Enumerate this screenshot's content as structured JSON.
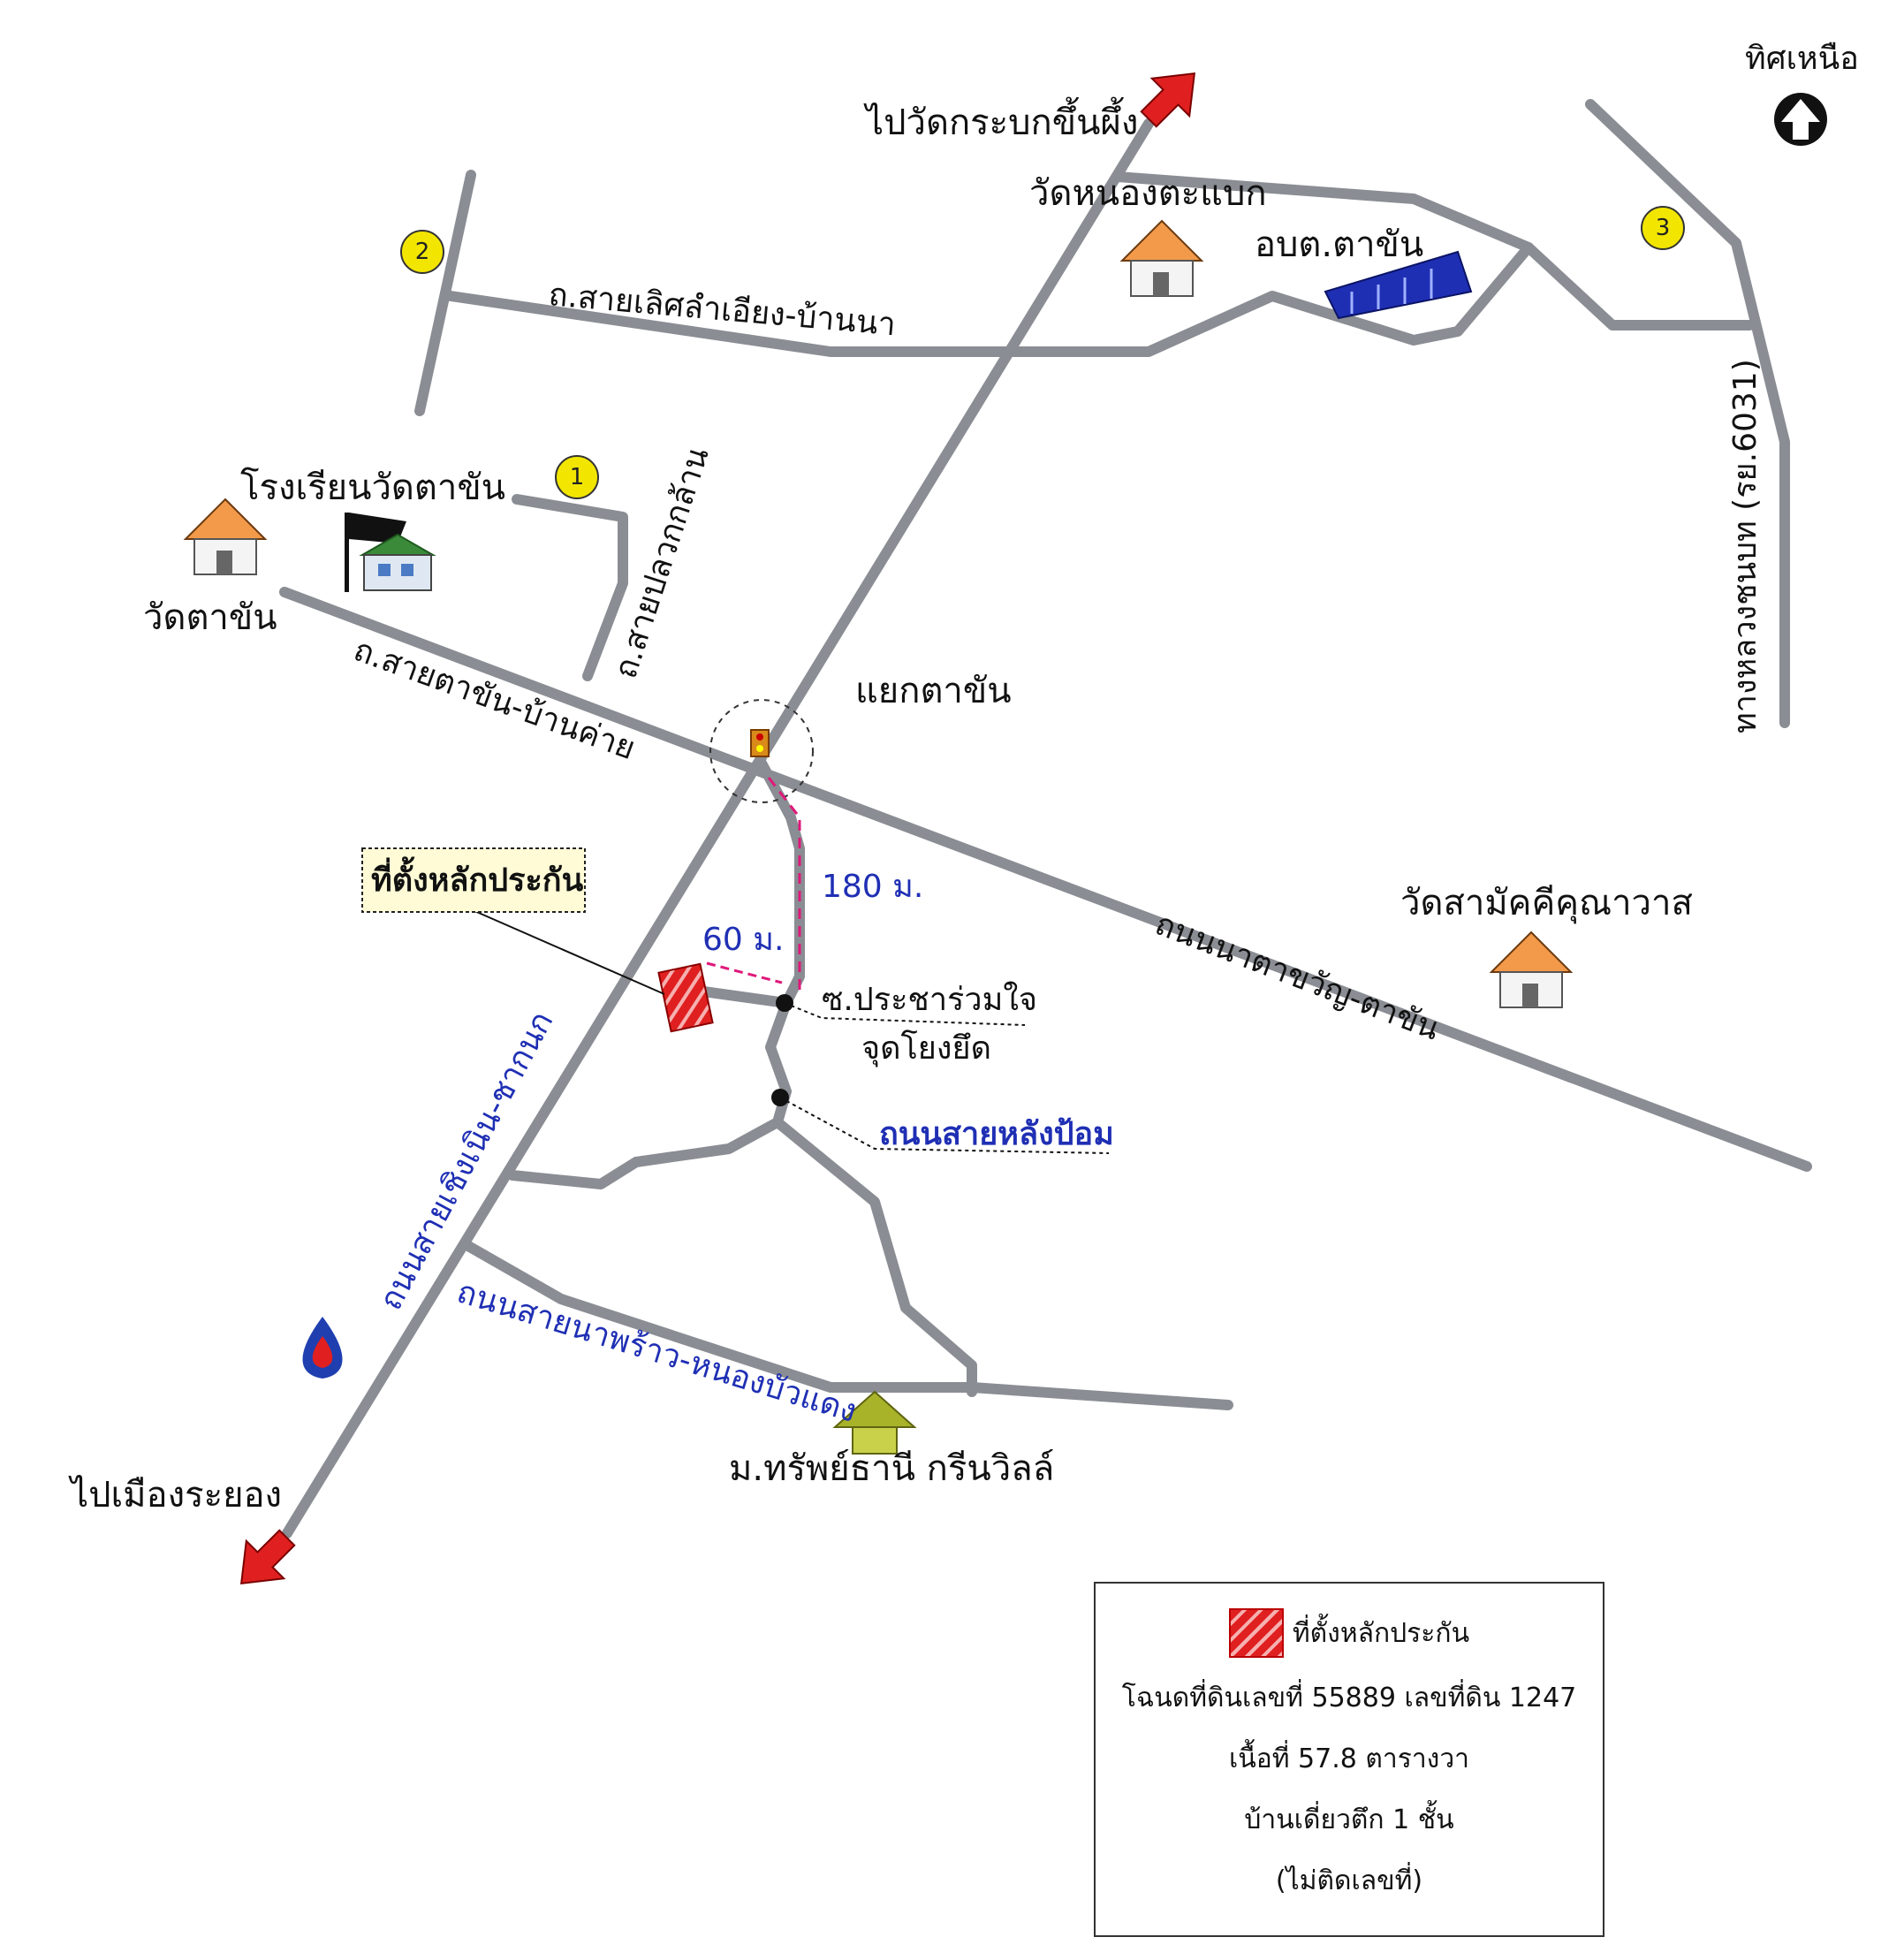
{
  "north": {
    "label": "ทิศเหนือ",
    "icon": "north-arrow-icon"
  },
  "destinations": {
    "top": "ไปวัดกระบกขึ้นผึ้ง",
    "bottom": "ไปเมืองระยอง"
  },
  "roads": {
    "sailert": "ถ.สายเลิศลำเอียง-บ้านนา",
    "taakhan_bankhai": "ถ.สายตาขัน-บ้านค่าย",
    "plaokklaan": "ถ.สายปลวกกล้าน",
    "na_takhwan": "ถนนนาตาขวัญ-ตาขัน",
    "choeng_noen": "ถนนสายเชิงเนิน-ชากนก",
    "naphrao": "ถนนสายนาพร้าว-หนองบัวแดง",
    "lang_pom": "ถนนสายหลังป้อม",
    "luang_6031": "ทางหลวงชนบท (รย.6031)",
    "soi_pracha": "ซ.ประชาร่วมใจ"
  },
  "places": {
    "wat_nong_taebak": "วัดหนองตะแบก",
    "obt": "อบต.ตาขัน",
    "school": "โรงเรียนวัดตาขัน",
    "wat_takhan": "วัดตาขัน",
    "junction": "แยกตาขัน",
    "wat_samakkhi": "วัดสามัคคีคุณาวาส",
    "village": "ม.ทรัพย์ธานี กรีนวิลล์",
    "reference": "จุดโยงยึด"
  },
  "markers": [
    "1",
    "2",
    "3"
  ],
  "distances": {
    "d180": "180 ม.",
    "d60": "60 ม."
  },
  "collateral_callout": "ที่ตั้งหลักประกัน",
  "legend": {
    "title": "ที่ตั้งหลักประกัน",
    "line1": "โฉนดที่ดินเลขที่ 55889 เลขที่ดิน 1247",
    "line2": "เนื้อที่ 57.8 ตารางวา",
    "line3": "บ้านเดี่ยวตึก 1 ชั้น",
    "line4": "(ไม่ติดเลขที่)"
  },
  "colors": {
    "road": "#8a8d93",
    "marker_fill": "#f2e600",
    "collateral_red": "#e02020",
    "label_blue": "#1f2fb4",
    "arrow_red": "#e02020"
  }
}
